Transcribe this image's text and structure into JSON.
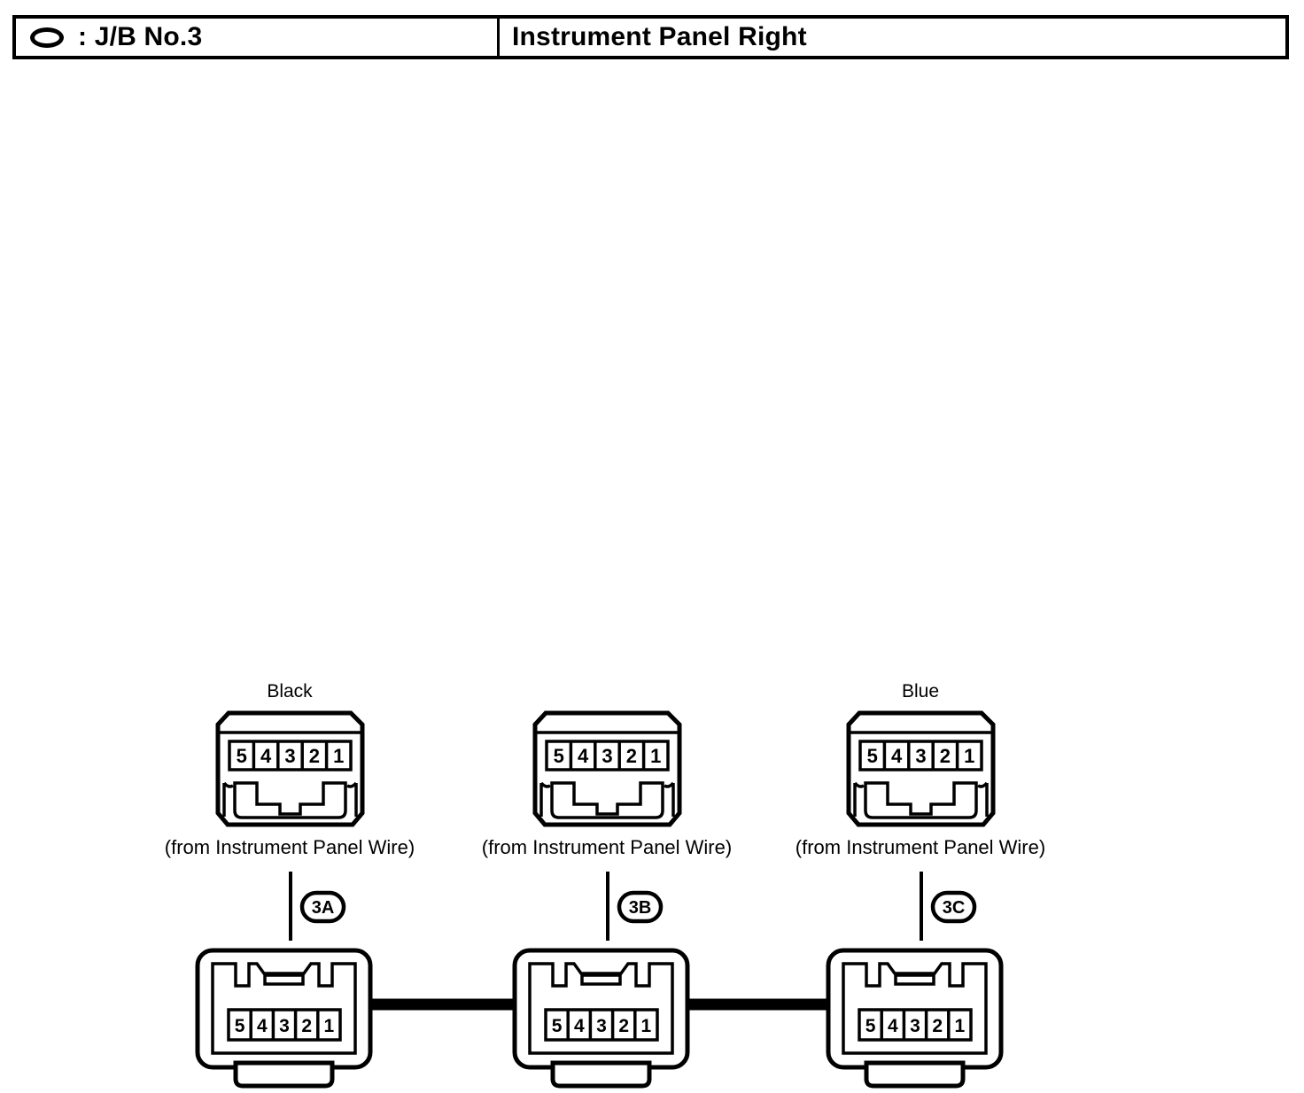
{
  "header": {
    "symbol_icon": "oval-icon",
    "legend_label": ": J/B No.3",
    "title": "Instrument Panel Right"
  },
  "diagram": {
    "type": "wiring-connector-diagram",
    "pin_numbers": [
      "5",
      "4",
      "3",
      "2",
      "1"
    ],
    "source_note": "(from Instrument Panel Wire)",
    "groups": [
      {
        "id": "3A",
        "color_label": "Black",
        "source_label": "(from Instrument Panel Wire)",
        "badge": "3A",
        "upper_connector": {
          "pins": [
            "5",
            "4",
            "3",
            "2",
            "1"
          ],
          "type": "female-housing"
        },
        "lower_connector": {
          "pins": [
            "5",
            "4",
            "3",
            "2",
            "1"
          ],
          "type": "male-housing"
        }
      },
      {
        "id": "3B",
        "color_label": "",
        "source_label": "(from Instrument Panel Wire)",
        "badge": "3B",
        "upper_connector": {
          "pins": [
            "5",
            "4",
            "3",
            "2",
            "1"
          ],
          "type": "female-housing"
        },
        "lower_connector": {
          "pins": [
            "5",
            "4",
            "3",
            "2",
            "1"
          ],
          "type": "male-housing"
        }
      },
      {
        "id": "3C",
        "color_label": "Blue",
        "source_label": "(from Instrument Panel Wire)",
        "badge": "3C",
        "upper_connector": {
          "pins": [
            "5",
            "4",
            "3",
            "2",
            "1"
          ],
          "type": "female-housing"
        },
        "lower_connector": {
          "pins": [
            "5",
            "4",
            "3",
            "2",
            "1"
          ],
          "type": "male-housing"
        }
      }
    ],
    "bus_segments": [
      {
        "from": "3A",
        "to": "3B"
      },
      {
        "from": "3B",
        "to": "3C"
      }
    ]
  },
  "colors": {
    "ink": "#000000",
    "paper": "#ffffff"
  }
}
